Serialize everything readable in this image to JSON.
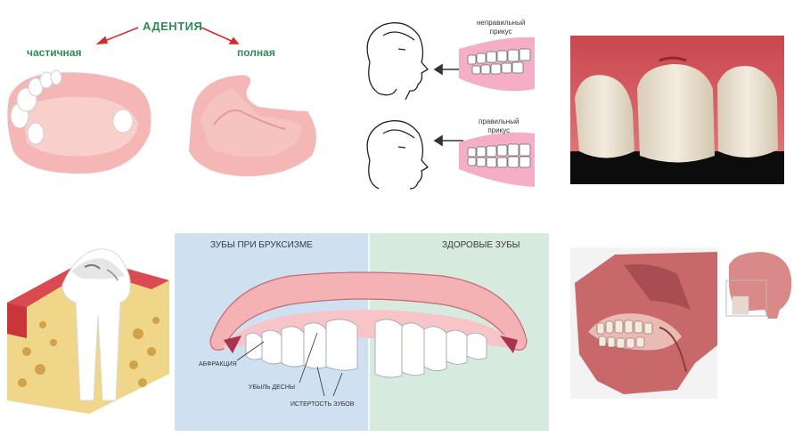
{
  "adentia": {
    "title": "АДЕНТИЯ",
    "partial_label": "частичная",
    "full_label": "полная"
  },
  "bite": {
    "wrong_label": "неправильный\nприкус",
    "right_label": "правильный\nприкус"
  },
  "bruxism": {
    "left_heading": "ЗУБЫ ПРИ БРУКСИЗМЕ",
    "right_heading": "ЗДОРОВЫЕ ЗУБЫ",
    "annotations": [
      "АБФРАКЦИЯ",
      "УБЫЛЬ ДЕСНЫ",
      "ИСТЕРТОСТЬ ЗУБОВ"
    ]
  },
  "colors": {
    "gum": "#f2a9ad",
    "gum_dark": "#d9767c",
    "tooth": "#ffffff",
    "bone": "#f0d689",
    "green_label": "#2e8b57",
    "red_arrow": "#d62b2b",
    "bruxism_bg": "#cfe0f1",
    "healthy_bg": "#d6ebde",
    "skull": "#c9686a"
  },
  "icons": [
    "red-arrow-icon",
    "black-arrow-icon"
  ]
}
